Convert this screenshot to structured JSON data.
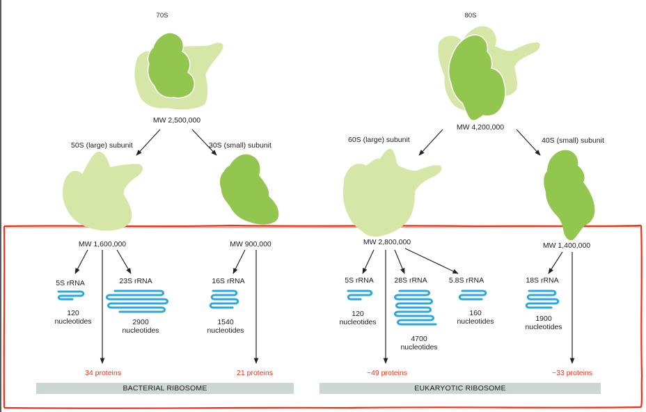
{
  "bacterial": {
    "whole": {
      "name": "70S",
      "mw": "MW 2,500,000"
    },
    "large": {
      "name": "50S (large) subunit",
      "mw": "MW 1,600,000"
    },
    "small": {
      "name": "30S  (small) subunit",
      "mw": "MW 900,000"
    },
    "rna_5s": {
      "name": "5S rRNA",
      "nucleotides": "120\nnucleotides"
    },
    "rna_23s": {
      "name": "23S rRNA",
      "nucleotides": "2900\nnucleotides"
    },
    "rna_16s": {
      "name": "16S rRNA",
      "nucleotides": "1540\nnucleotides"
    },
    "large_proteins": "34 proteins",
    "small_proteins": "21 proteins",
    "banner": "BACTERIAL RIBOSOME"
  },
  "eukaryotic": {
    "whole": {
      "name": "80S",
      "mw": "MW 4,200,000"
    },
    "large": {
      "name": "60S  (large) subunit",
      "mw": "MW 2,800,000"
    },
    "small": {
      "name": "40S (small) subunit",
      "mw": "MW 1,400,000"
    },
    "rna_5s": {
      "name": "5S rRNA",
      "nucleotides": "120\nnucleotides"
    },
    "rna_28s": {
      "name": "28S rRNA",
      "nucleotides": "4700\nnucleotides"
    },
    "rna_58s": {
      "name": "5.8S rRNA",
      "nucleotides": "160\nnucleotides"
    },
    "rna_18s": {
      "name": "18S rRNA",
      "nucleotides": "1900\nnucleotides"
    },
    "large_proteins": "~49 proteins",
    "small_proteins": "~33 proteins",
    "banner": "EUKARYOTIC RIBOSOME"
  },
  "colors": {
    "large_subunit": "#d6e6a6",
    "small_subunit": "#92c64e",
    "rrna": "#2aa8dc",
    "protein_text": "#e8341c",
    "highlight_box": "#e8341c",
    "banner": "#ccd6d2"
  }
}
